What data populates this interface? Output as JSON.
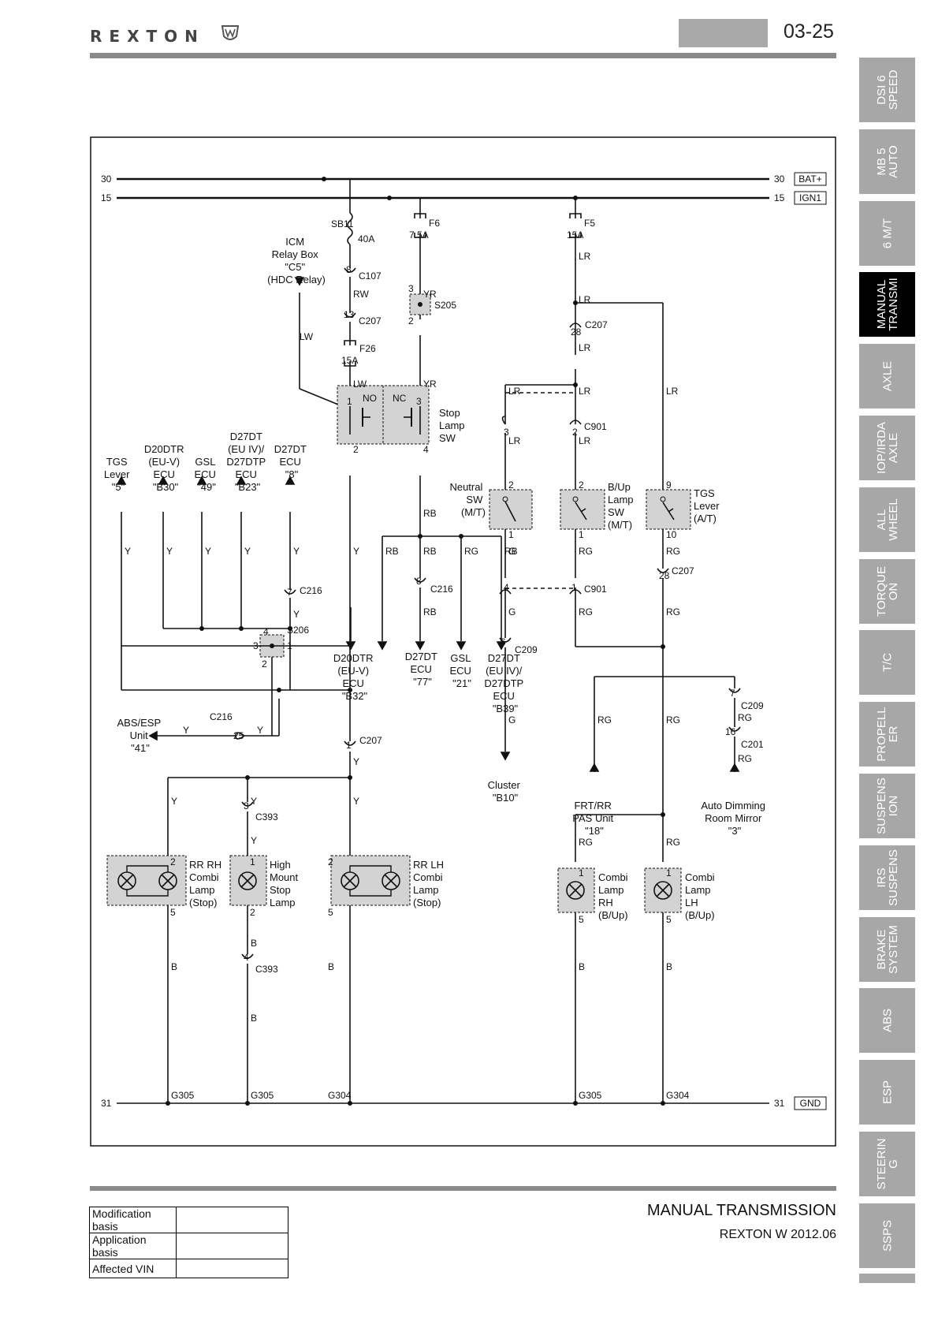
{
  "header": {
    "brand": "REXTON",
    "page_number": "03-25"
  },
  "side_tabs": [
    {
      "label": "DSI 6\nSPEED",
      "active": false
    },
    {
      "label": "MB 5\nAUTO",
      "active": false
    },
    {
      "label": "6 M/T",
      "active": false
    },
    {
      "label": "MANUAL\nTRANSMI",
      "active": true
    },
    {
      "label": "AXLE",
      "active": false
    },
    {
      "label": "IOP/IRDA\nAXLE",
      "active": false
    },
    {
      "label": "ALL\nWHEEL",
      "active": false
    },
    {
      "label": "TORQUE\nON",
      "active": false
    },
    {
      "label": "T/C",
      "active": false
    },
    {
      "label": "PROPELL\nER",
      "active": false
    },
    {
      "label": "SUSPENS\nION",
      "active": false
    },
    {
      "label": "IRS\nSUSPENS",
      "active": false
    },
    {
      "label": "BRAKE\nSYSTEM",
      "active": false
    },
    {
      "label": "ABS",
      "active": false
    },
    {
      "label": "ESP",
      "active": false
    },
    {
      "label": "STEERIN\nG",
      "active": false
    },
    {
      "label": "SSPS",
      "active": false
    }
  ],
  "diagram": {
    "rails": {
      "bat_num": "30",
      "bat_label": "BAT+",
      "ign_num": "15",
      "ign_label": "IGN1",
      "gnd_num": "31",
      "gnd_label": "GND"
    },
    "fuses": {
      "sb11": "SB11",
      "sb11_rating": "40A",
      "f6": "F6",
      "f6_rating": "7.5A",
      "f5": "F5",
      "f5_rating": "15A",
      "f26": "F26",
      "f26_rating": "15A"
    },
    "connectors": {
      "c107": "C107",
      "c207": "C207",
      "c216": "C216",
      "c901": "C901",
      "c209": "C209",
      "c201": "C201",
      "c393": "C393",
      "s205": "S205",
      "s206": "S206"
    },
    "wires": {
      "rw": "RW",
      "yr": "YR",
      "lw": "LW",
      "lr": "LR",
      "y": "Y",
      "rb": "RB",
      "rg": "RG",
      "g": "G",
      "b": "B"
    },
    "pins": {
      "p1": "1",
      "p2": "2",
      "p3": "3",
      "p4": "4",
      "p5": "5",
      "p6": "6",
      "p7": "7",
      "p8": "8",
      "p9": "9",
      "p10": "10",
      "p13": "13",
      "p16": "16",
      "p25": "25",
      "p28": "28"
    },
    "components": {
      "icm": [
        "ICM",
        "Relay Box",
        "\"C5\"",
        "(HDC Relay)"
      ],
      "stop_sw": [
        "Stop",
        "Lamp",
        "SW"
      ],
      "stop_no": "NO",
      "stop_nc": "NC",
      "tgs_lever_5": [
        "TGS",
        "Lever",
        "\"5\""
      ],
      "d20dtr_b30": [
        "D20DTR",
        "(EU-V)",
        "ECU",
        "\"B30\""
      ],
      "gsl_49": [
        "GSL",
        "ECU",
        "\"49\""
      ],
      "d27dt_b23": [
        "D27DT",
        "(EU IV)/",
        "D27DTP",
        "ECU",
        "\"B23\""
      ],
      "d27dt_8": [
        "D27DT",
        "ECU",
        "\"8\""
      ],
      "abs_esp": [
        "ABS/ESP",
        "Unit",
        "\"41\""
      ],
      "d20dtr_b32": [
        "D20DTR",
        "(EU-V)",
        "ECU",
        "\"B32\""
      ],
      "d27dt_77": [
        "D27DT",
        "ECU",
        "\"77\""
      ],
      "gsl_21": [
        "GSL",
        "ECU",
        "\"21\""
      ],
      "d27dt_b39": [
        "D27DT",
        "(EU IV)/",
        "D27DTP",
        "ECU",
        "\"B39\""
      ],
      "neutral_sw": [
        "Neutral",
        "SW",
        "(M/T)"
      ],
      "bup_sw": [
        "B/Up",
        "Lamp",
        "SW",
        "(M/T)"
      ],
      "tgs_at": [
        "TGS",
        "Lever",
        "(A/T)"
      ],
      "cluster": [
        "Cluster",
        "\"B10\""
      ],
      "pas_unit": [
        "FRT/RR",
        "PAS Unit",
        "\"18\""
      ],
      "auto_mirror": [
        "Auto Dimming",
        "Room Mirror",
        "\"3\""
      ],
      "rr_rh": [
        "RR RH",
        "Combi",
        "Lamp",
        "(Stop)"
      ],
      "high_mount": [
        "High",
        "Mount",
        "Stop",
        "Lamp"
      ],
      "rr_lh": [
        "RR LH",
        "Combi",
        "Lamp",
        "(Stop)"
      ],
      "combi_rh": [
        "Combi",
        "Lamp",
        "RH",
        "(B/Up)"
      ],
      "combi_lh": [
        "Combi",
        "Lamp",
        "LH",
        "(B/Up)"
      ]
    },
    "grounds": {
      "g305": "G305",
      "g304": "G304"
    }
  },
  "footer": {
    "rows": [
      {
        "key": "Modification basis",
        "value": ""
      },
      {
        "key": "Application basis",
        "value": ""
      },
      {
        "key": "Affected VIN",
        "value": ""
      }
    ],
    "section_title": "MANUAL TRANSMISSION",
    "model": "REXTON W 2012.06"
  },
  "colors": {
    "tab_inactive": "#a7a7a7",
    "tab_active": "#000000",
    "component_fill": "#d3d3d3",
    "rule": "#8a8a8a",
    "header_box": "#a9a9a9"
  }
}
